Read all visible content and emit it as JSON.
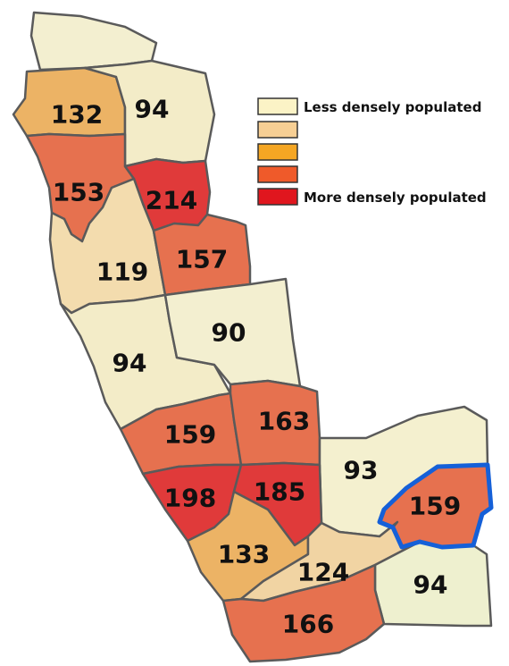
{
  "legend": {
    "labels": [
      "Less densely populated",
      "",
      "",
      "",
      "More densely populated"
    ],
    "colors": [
      "#fbf3c6",
      "#f7cf94",
      "#f5a623",
      "#ef5a2a",
      "#e0161e"
    ]
  },
  "highlight_color": "#1560d8",
  "regions": [
    {
      "id": "r1",
      "value": "132",
      "color": "#ecb365"
    },
    {
      "id": "r2",
      "value": "94",
      "color": "#f3ecc8"
    },
    {
      "id": "r3",
      "value": "153",
      "color": "#e6714f"
    },
    {
      "id": "r4",
      "value": "214",
      "color": "#e03a3a"
    },
    {
      "id": "r5",
      "value": "119",
      "color": "#f3dcae"
    },
    {
      "id": "r6",
      "value": "157",
      "color": "#e6714f"
    },
    {
      "id": "r7",
      "value": "90",
      "color": "#f3efd0"
    },
    {
      "id": "r8",
      "value": "94",
      "color": "#f3ecc8"
    },
    {
      "id": "r9",
      "value": "159",
      "color": "#e6714f"
    },
    {
      "id": "r10",
      "value": "163",
      "color": "#e6714f"
    },
    {
      "id": "r11",
      "value": "93",
      "color": "#f4f0cf"
    },
    {
      "id": "r12",
      "value": "198",
      "color": "#e03a3a"
    },
    {
      "id": "r13",
      "value": "185",
      "color": "#e03a3a"
    },
    {
      "id": "r14",
      "value": "159",
      "color": "#e6714f"
    },
    {
      "id": "r15",
      "value": "133",
      "color": "#ecb365"
    },
    {
      "id": "r16",
      "value": "124",
      "color": "#f1d4a3"
    },
    {
      "id": "r17",
      "value": "94",
      "color": "#eef0cf"
    },
    {
      "id": "r18",
      "value": "166",
      "color": "#e6714f"
    },
    {
      "id": "r19",
      "value": "",
      "color": "#f3efd0"
    }
  ]
}
